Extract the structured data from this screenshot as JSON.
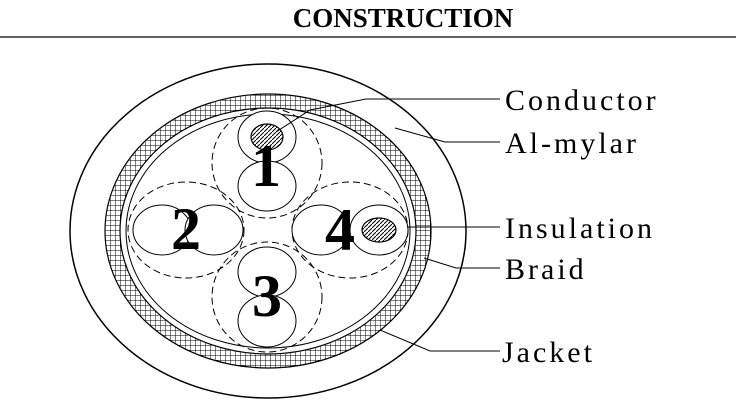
{
  "title": "CONSTRUCTION",
  "colors": {
    "ink": "#000000",
    "paper": "#ffffff"
  },
  "labels": {
    "conductor": "Conductor",
    "al_mylar": "Al-mylar",
    "insulation": "Insulation",
    "braid": "Braid",
    "jacket": "Jacket"
  },
  "pairs": [
    "1",
    "2",
    "3",
    "4"
  ]
}
